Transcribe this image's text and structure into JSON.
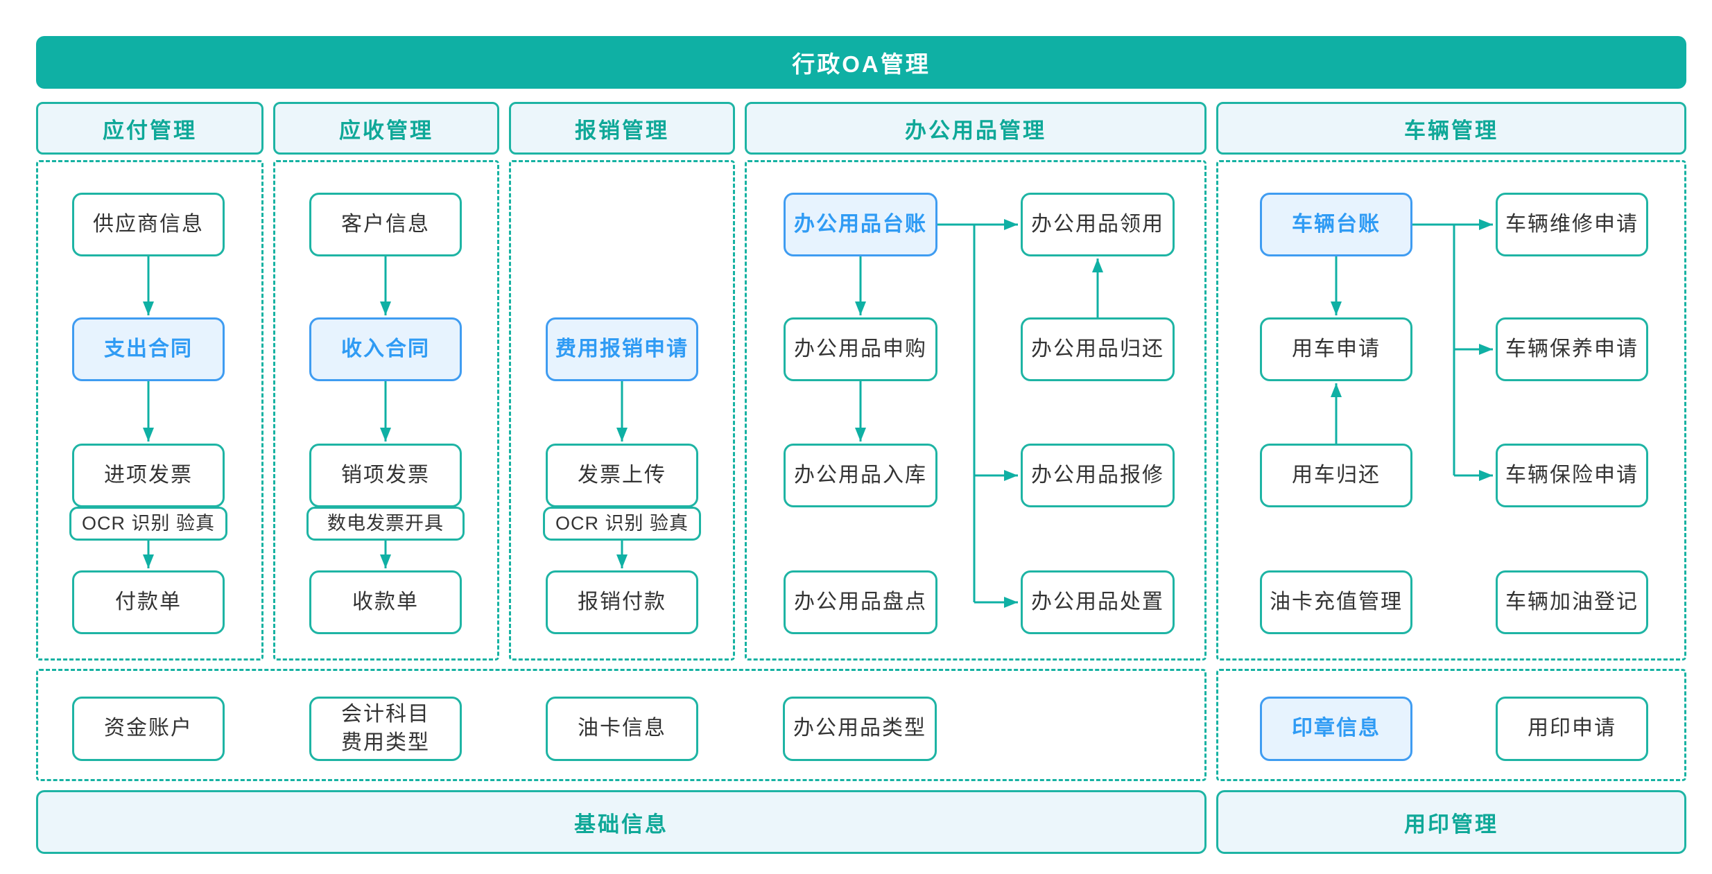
{
  "banner": "行政OA管理",
  "headers": {
    "payable": "应付管理",
    "receivable": "应收管理",
    "reimburse": "报销管理",
    "office": "办公用品管理",
    "vehicle": "车辆管理"
  },
  "payable": {
    "supplier": "供应商信息",
    "expense_contract": "支出合同",
    "input_invoice": "进项发票",
    "ocr": "OCR 识别 验真",
    "payment_slip": "付款单"
  },
  "receivable": {
    "customer": "客户信息",
    "income_contract": "收入合同",
    "output_invoice": "销项发票",
    "e_invoice_issue": "数电发票开具",
    "receipt_slip": "收款单"
  },
  "reimburse": {
    "expense_apply": "费用报销申请",
    "invoice_upload": "发票上传",
    "ocr": "OCR 识别 验真",
    "reimburse_pay": "报销付款"
  },
  "office": {
    "ledger": "办公用品台账",
    "purchase": "办公用品申购",
    "inbound": "办公用品入库",
    "stocktake": "办公用品盘点",
    "collect": "办公用品领用",
    "giveback": "办公用品归还",
    "repair": "办公用品报修",
    "dispose": "办公用品处置"
  },
  "vehicle": {
    "ledger": "车辆台账",
    "use_apply": "用车申请",
    "use_return": "用车归还",
    "fuel_recharge": "油卡充值管理",
    "repair_apply": "车辆维修申请",
    "maintain_apply": "车辆保养申请",
    "insurance_apply": "车辆保险申请",
    "refuel_register": "车辆加油登记"
  },
  "base_info": {
    "banner": "基础信息",
    "fund_account": "资金账户",
    "accounting_subject": "会计科目",
    "expense_type": "费用类型",
    "fuel_card": "油卡信息",
    "office_type": "办公用品类型"
  },
  "seal": {
    "banner": "用印管理",
    "seal_info": "印章信息",
    "seal_apply": "用印申请"
  },
  "colors": {
    "teal": "#0FB0A4",
    "teal_border": "#1EB4A4",
    "teal_text": "#0FA898",
    "dashed_border": "#16B2A2",
    "light_fill": "#ECF6FB",
    "highlight_fill": "#E7F3FE",
    "highlight_border": "#3F9CF1",
    "highlight_text": "#2F9BF4",
    "box_text": "#333333",
    "banner_text": "#FFFFFF",
    "background": "#FFFFFF"
  }
}
